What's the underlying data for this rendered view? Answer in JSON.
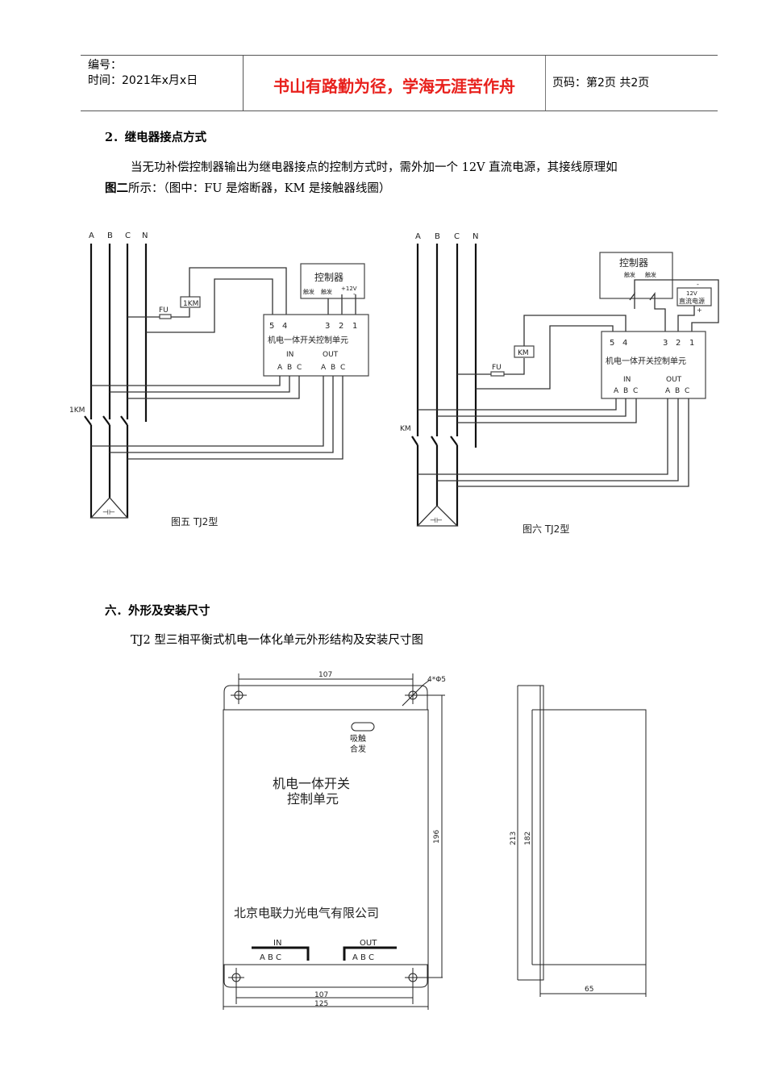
{
  "header": {
    "number_label": "编号：",
    "time_label": "时间：2021年x月x日",
    "motto": "书山有路勤为径，学海无涯苦作舟",
    "motto_color": "#e8201c",
    "page_info": "页码：第2页  共2页"
  },
  "section_relay": {
    "heading": "2．继电器接点方式",
    "para_line1": "当无功补偿控制器输出为继电器接点的控制方式时，需外加一个 12V 直流电源，其接线原理如",
    "para_line2_bold": "图二",
    "para_line2_rest": "所示：（图中：FU 是熔断器，KM 是接触器线圈）"
  },
  "figure5": {
    "phase_labels": [
      "A",
      "B",
      "C",
      "N"
    ],
    "fuse_label": "FU",
    "coil_label": "1KM",
    "contactor_label": "1KM",
    "controller_title": "控制器",
    "controller_terminals": [
      "触发",
      "触发",
      "+12V",
      "-"
    ],
    "unit_terminals": [
      "5",
      "4",
      "3",
      "2",
      "1"
    ],
    "unit_title": "机电一体开关控制单元",
    "in_label": "IN",
    "out_label": "OUT",
    "abc": [
      "A",
      "B",
      "C"
    ],
    "capacitor_symbol": "⊣⊢",
    "caption": "图五  TJ2型"
  },
  "figure6": {
    "phase_labels": [
      "A",
      "B",
      "C",
      "N"
    ],
    "fuse_label": "FU",
    "coil_label": "KM",
    "contactor_label": "KM",
    "controller_title": "控制器",
    "controller_terminals": [
      "触发",
      "触发"
    ],
    "psu_line1": "12V",
    "psu_line2": "直流电源",
    "psu_minus": "-",
    "psu_plus": "+",
    "unit_terminals": [
      "5",
      "4",
      "3",
      "2",
      "1"
    ],
    "unit_title": "机电一体开关控制单元",
    "in_label": "IN",
    "out_label": "OUT",
    "abc": [
      "A",
      "B",
      "C"
    ],
    "capacitor_symbol": "⊣⊢",
    "caption": "图六  TJ2型"
  },
  "section_dims": {
    "heading": "六．外形及安装尺寸",
    "subtitle": "TJ2 型三相平衡式机电一体化单元外形结构及安装尺寸图"
  },
  "dimension_drawing": {
    "top_width": "107",
    "hole_spec": "4*Φ5",
    "indicator_line1": "吸触",
    "indicator_line2": "合发",
    "front_title_line1": "机电一体开关",
    "front_title_line2": "控制单元",
    "company": "北京电联力光电气有限公司",
    "in_label": "IN",
    "out_label": "OUT",
    "in_abc": "A B C",
    "out_abc": "A B C",
    "height_holes": "196",
    "bottom_hole_spacing": "107",
    "bottom_total_width": "125",
    "side_total_height": "213",
    "side_body_height": "182",
    "side_depth": "65"
  }
}
